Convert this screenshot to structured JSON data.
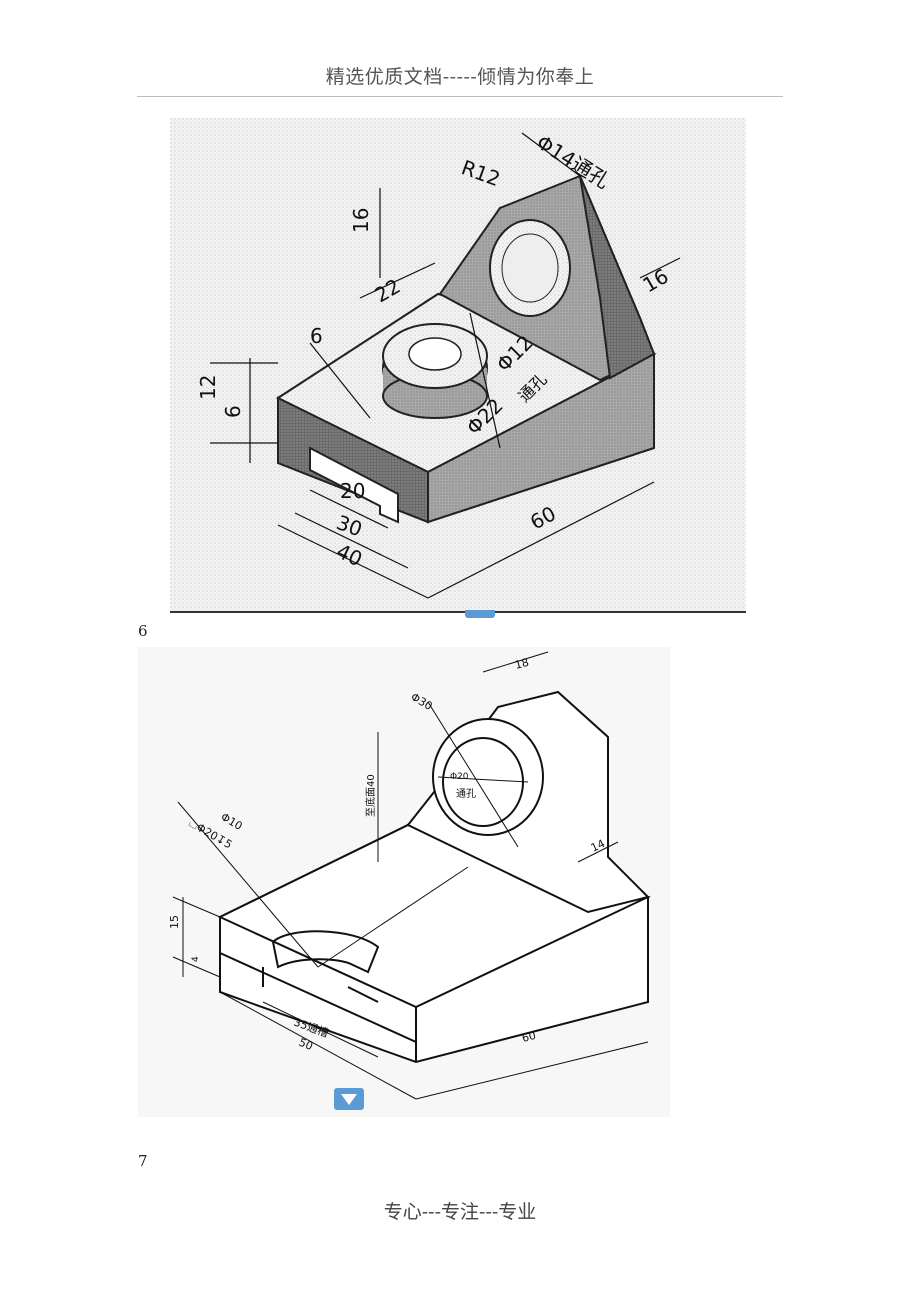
{
  "header": {
    "title": "精选优质文档-----倾情为你奉上"
  },
  "figures": [
    {
      "number": "6",
      "dims": {
        "phi14": "Φ14通孔",
        "r12": "R12",
        "d16": "16",
        "d22": "22",
        "d16b": "16",
        "d6": "6",
        "phi12": "Φ12",
        "tongkong": "通孔",
        "d12": "12",
        "d6b": "6",
        "phi22": "Φ22",
        "d20": "20",
        "d30": "30",
        "d40": "40",
        "d60": "60"
      }
    },
    {
      "number": "7",
      "dims": {
        "d18": "18",
        "phi30": "Φ30",
        "phi20": "Φ20",
        "tongkong": "通孔",
        "zhidi": "至底面40",
        "d14": "14",
        "phi10": "Φ10",
        "cbore": "⌴Φ20↧5",
        "d15": "15",
        "d4": "4",
        "d35": "35通槽",
        "d50": "50",
        "d60": "60"
      }
    }
  ],
  "footer": {
    "text": "专心---专注---专业"
  },
  "colors": {
    "nav": "#5b9bd5",
    "rule": "#bbbbbb"
  }
}
